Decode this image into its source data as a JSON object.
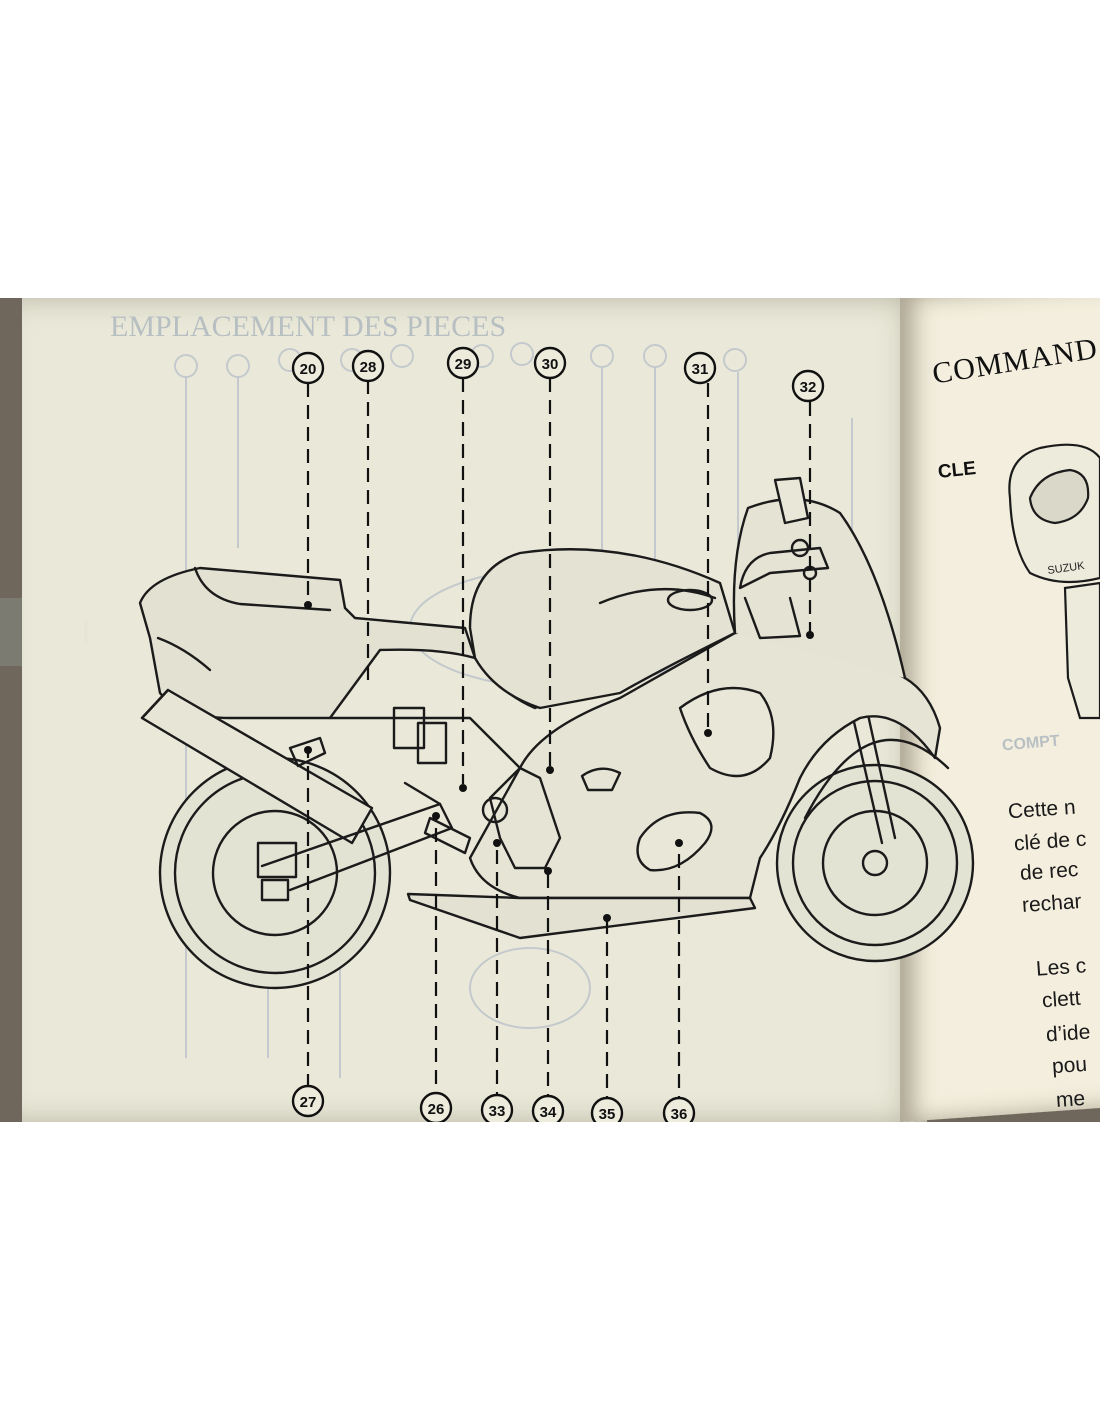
{
  "page": {
    "ghost_title": "EMPLACEMENT DES PIECES",
    "tab_mark": "1"
  },
  "diagram": {
    "callouts_top": [
      "20",
      "28",
      "29",
      "30",
      "31",
      "32"
    ],
    "callouts_bottom": [
      "27",
      "26",
      "33",
      "34",
      "35",
      "36"
    ]
  },
  "right_page": {
    "heading": "COMMAND",
    "subheading": "CLE",
    "key_brand": "SUZUK",
    "faint_heading": "COMPT",
    "lines": [
      "Cette n",
      "clé de c",
      "de rec",
      "rechar",
      "Les c",
      "clett",
      "d’ide",
      "pou",
      "me"
    ]
  },
  "colors": {
    "paper": "#eae9d9",
    "ink": "#111111",
    "ghost_ink": "#b7bfc2"
  }
}
